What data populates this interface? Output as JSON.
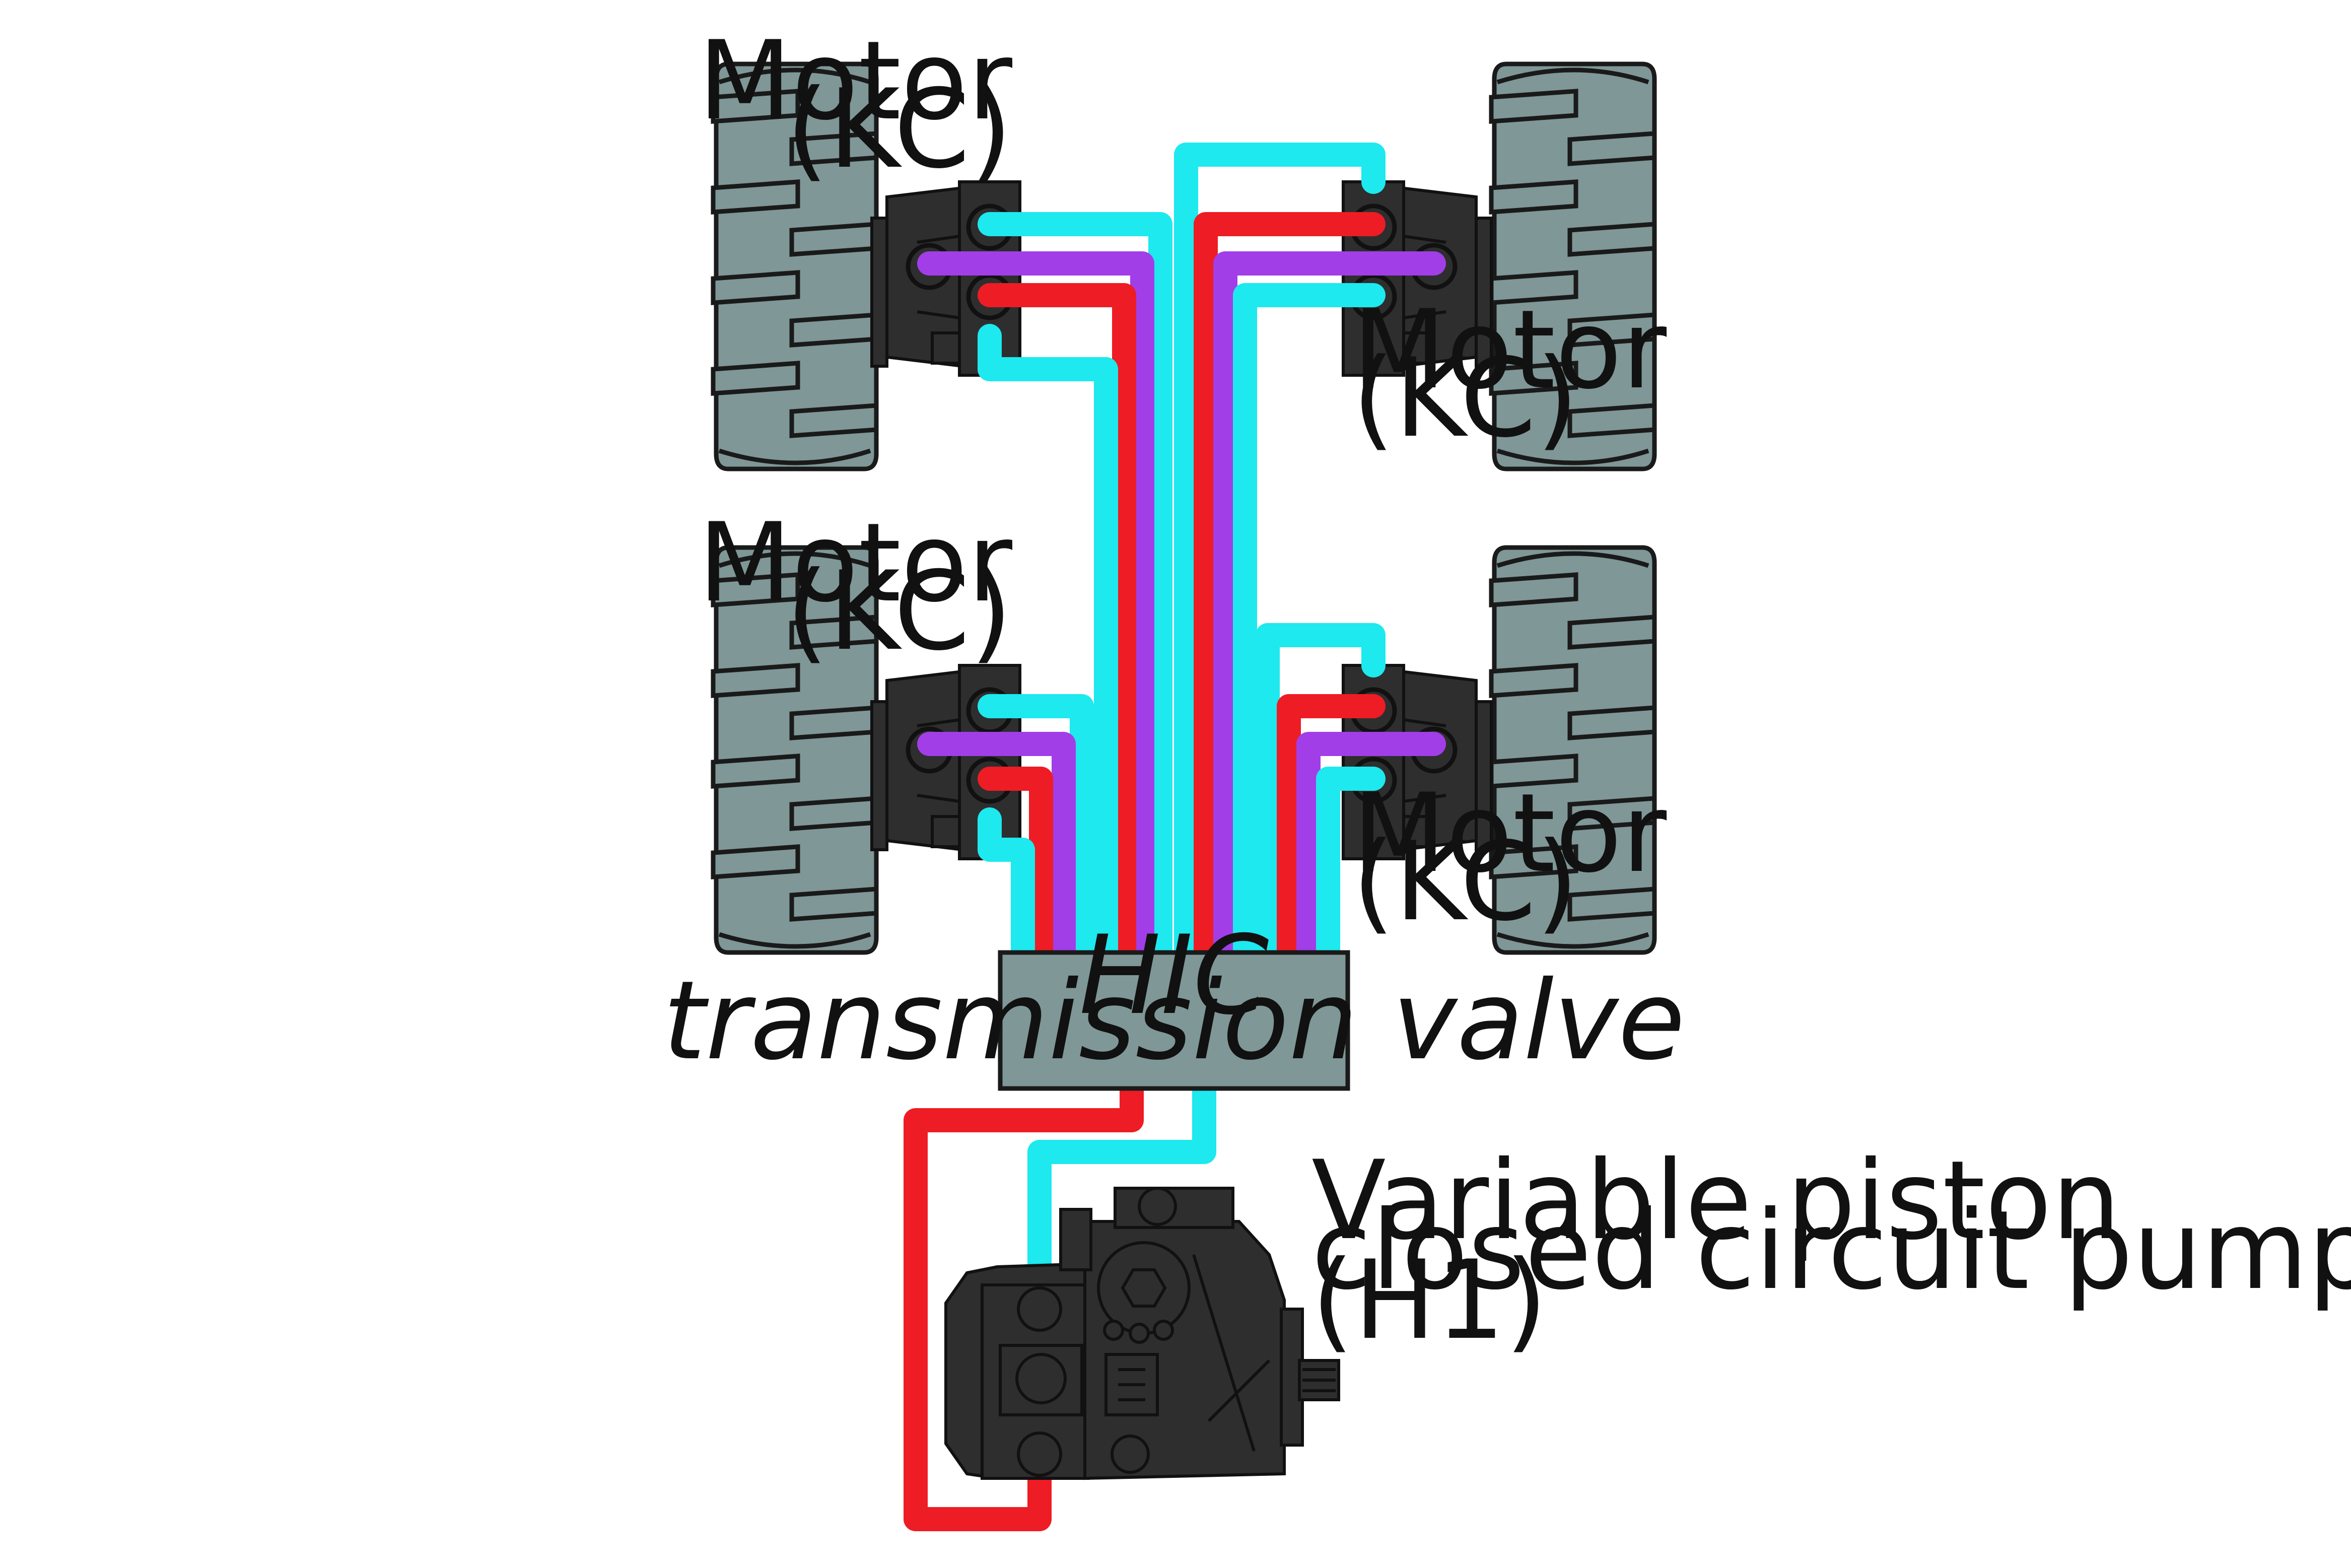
{
  "colors": {
    "background": "#ffffff",
    "wheel": "#7f9796",
    "wheel_outline": "#1a1a1a",
    "motor_body": "#2e2e2e",
    "valve_fill": "#7f9796",
    "line_cyan": "#1de9ee",
    "line_red": "#ee1c24",
    "line_purple": "#a13ee8"
  },
  "motors": [
    {
      "id": "front-left",
      "label_line1": "Motor",
      "label_line2": "(KC)"
    },
    {
      "id": "front-right",
      "label_line1": "Motor",
      "label_line2": "(KC)"
    },
    {
      "id": "rear-left",
      "label_line1": "Motor",
      "label_line2": "(KC)"
    },
    {
      "id": "rear-right",
      "label_line1": "Motor",
      "label_line2": "(KC)"
    }
  ],
  "valve": {
    "line1": "HIC",
    "line2": "transmission valve"
  },
  "pump": {
    "line1": "Variable piston",
    "line2": "closed circuit pump",
    "line3": "(H1)"
  },
  "icons": [
    "wheel-icon",
    "hydraulic-motor-icon",
    "hydraulic-pump-icon",
    "valve-block-icon"
  ]
}
